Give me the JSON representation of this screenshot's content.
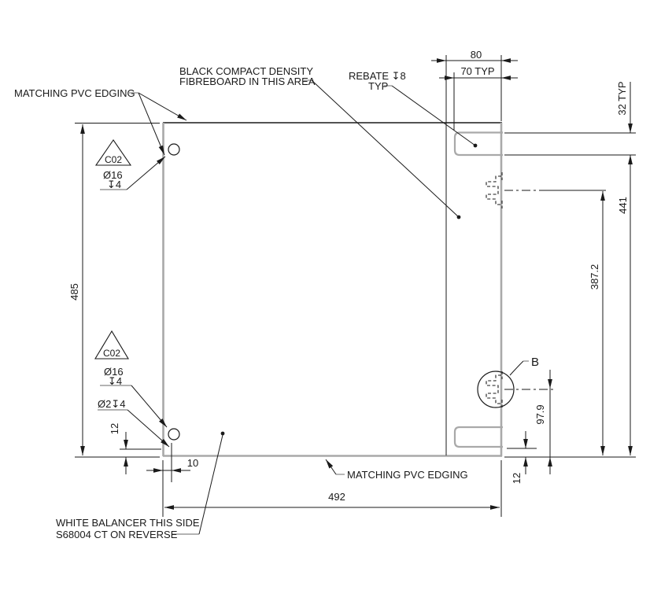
{
  "drawing": {
    "type": "panel-fabrication-drawing",
    "colors": {
      "line": "#1a1a1a",
      "pvc_edging": "#a9a9a9",
      "background": "#ffffff"
    }
  },
  "labels": {
    "matching_pvc_top": "MATCHING PVC EDGING",
    "black_fibreboard_line1": "BLACK COMPACT DENSITY",
    "black_fibreboard_line2": "FIBREBOARD IN THIS AREA",
    "rebate_line1": "REBATE ↧8",
    "rebate_line2": "TYP",
    "matching_pvc_bottom": "MATCHING PVC EDGING",
    "balancer_line1": "WHITE BALANCER THIS SIDE",
    "balancer_line2": "S68004 CT ON REVERSE",
    "detail_b": "B",
    "edge_code_top": "C02",
    "edge_code_bottom": "C02",
    "hole16_top_dia": "Ø16",
    "hole16_top_depth": "↧4",
    "hole16_bottom_dia": "Ø16",
    "hole16_bottom_depth": "↧4",
    "hole2_bottom": "Ø2↧4"
  },
  "dimensions": {
    "width_80": "80",
    "width_70_typ": "70 TYP",
    "height_32_typ": "32 TYP",
    "height_485": "485",
    "height_441": "441",
    "height_387_2": "387.2",
    "height_97_9": "97.9",
    "offset_12_right": "12",
    "offset_12_left": "12",
    "offset_10": "10",
    "width_492": "492"
  }
}
